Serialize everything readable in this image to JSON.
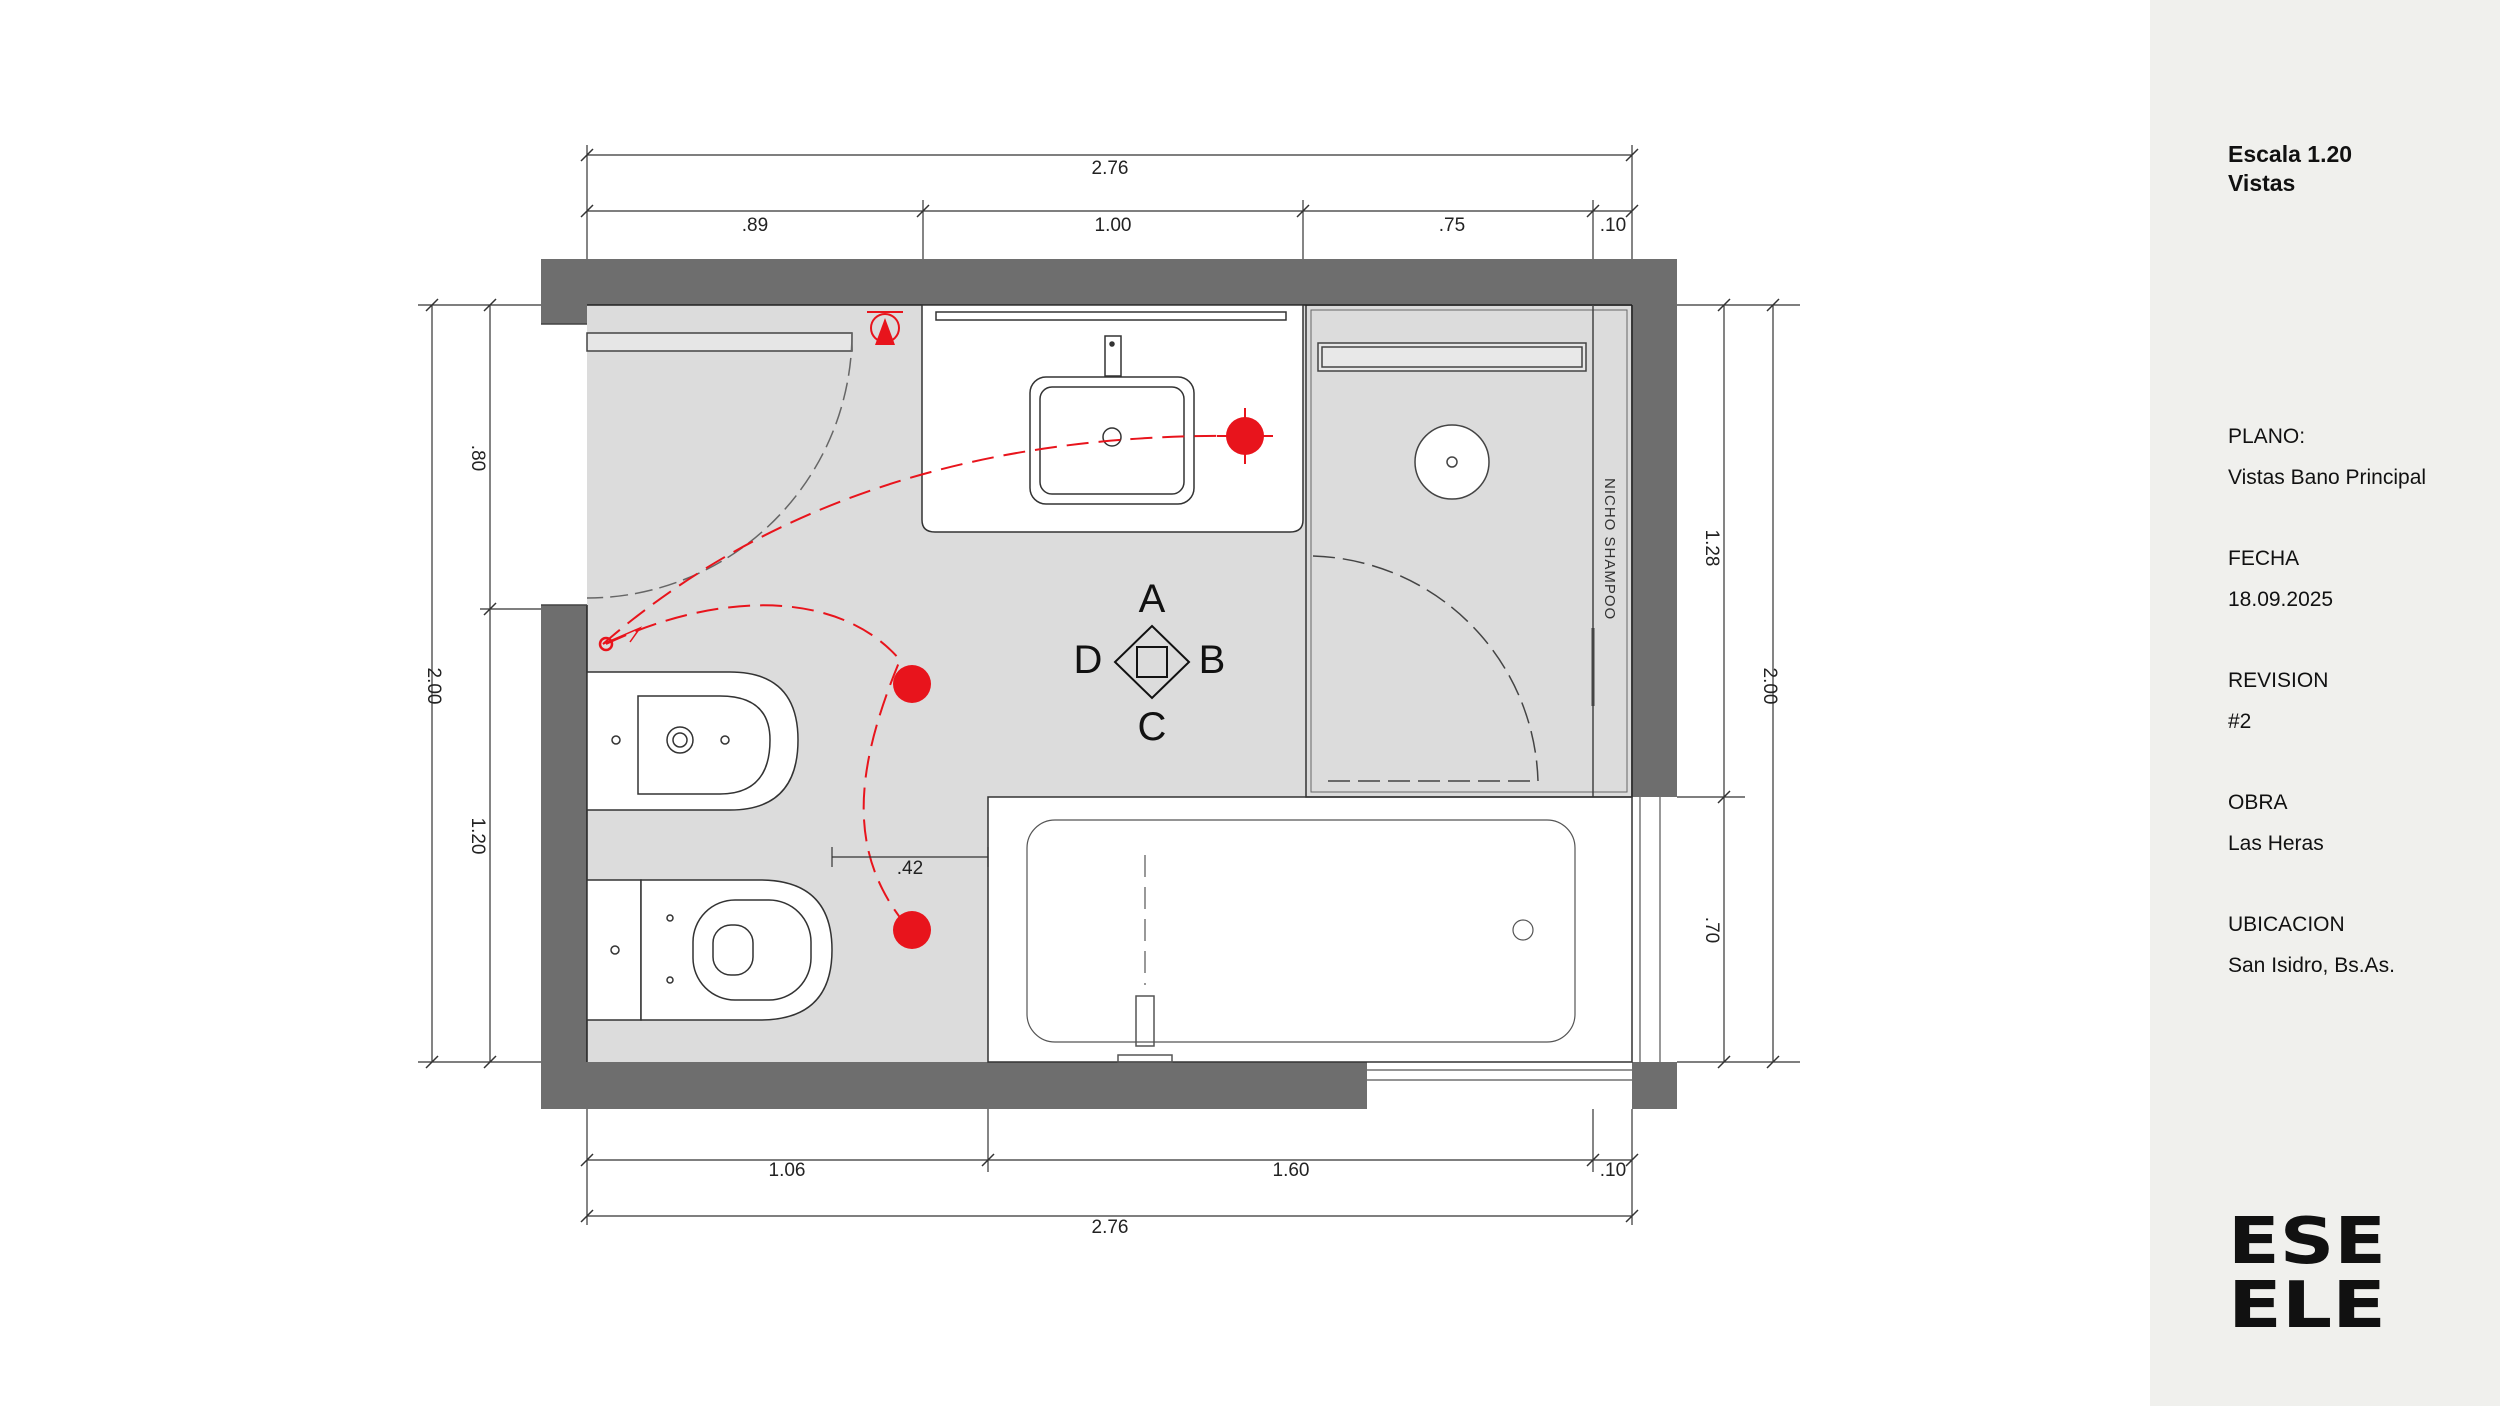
{
  "sidebar": {
    "title_line1": "Escala 1.20",
    "title_line2": "Vistas",
    "fields": [
      {
        "label": "PLANO:",
        "value": "Vistas Bano Principal"
      },
      {
        "label": "FECHA",
        "value": "18.09.2025"
      },
      {
        "label": "REVISION",
        "value": "#2"
      },
      {
        "label": "OBRA",
        "value": "Las Heras"
      },
      {
        "label": "UBICACION",
        "value": "San Isidro, Bs.As."
      }
    ],
    "logo_line1": "ESE",
    "logo_line2": "ELE"
  },
  "plan": {
    "dims": {
      "top_total": "2.76",
      "top_1": ".89",
      "top_2": "1.00",
      "top_3": ".75",
      "top_4": ".10",
      "left_total": "2.00",
      "left_upper": ".80",
      "left_lower": "1.20",
      "right_total": "2.00",
      "right_upper": "1.28",
      "right_lower": ".70",
      "bottom_1": "1.06",
      "bottom_2": "1.60",
      "bottom_3": ".10",
      "bottom_total": "2.76",
      "inner": ".42"
    },
    "view_labels": {
      "a": "A",
      "b": "B",
      "c": "C",
      "d": "D"
    },
    "niche_label": "NICHO SHAMPOO",
    "colors": {
      "wall": "#6e6e6e",
      "floor": "#dcdcdc",
      "marker": "#e8141c",
      "line": "#333333"
    }
  }
}
